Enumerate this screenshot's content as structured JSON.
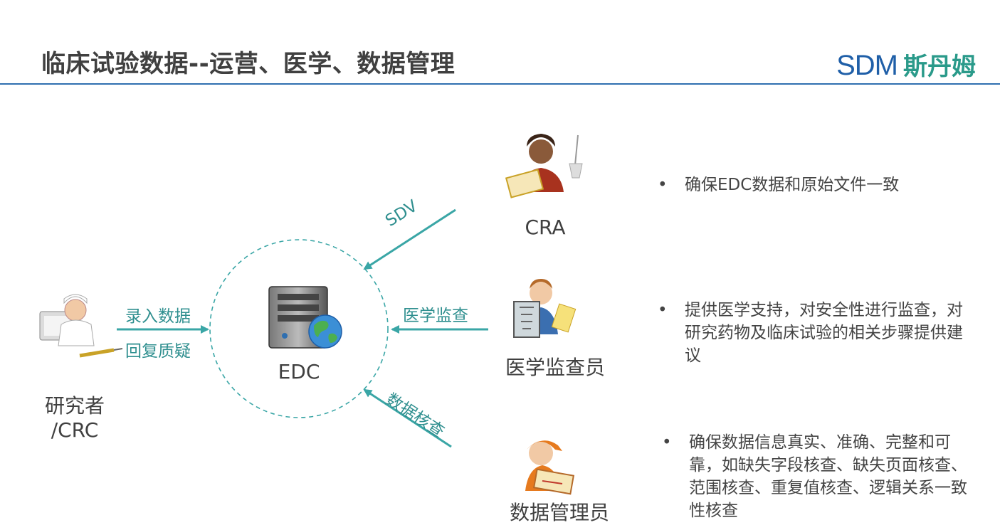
{
  "header": {
    "title": "临床试验数据--运营、医学、数据管理",
    "logo_latin": "SDM",
    "logo_cn": "斯丹姆"
  },
  "center": {
    "label": "EDC"
  },
  "roles": {
    "investigator": {
      "line1": "研究者",
      "line2": "/CRC"
    },
    "cra": "CRA",
    "medical_monitor": "医学监查员",
    "data_manager": "数据管理员"
  },
  "arrows": {
    "entry": "录入数据",
    "reply": "回复质疑",
    "sdv": "SDV",
    "medical_review": "医学监查",
    "data_check": "数据核查"
  },
  "bullets": [
    {
      "symbol": "•",
      "text": "确保EDC数据和原始文件一致"
    },
    {
      "symbol": "•",
      "text": "提供医学支持，对安全性进行监查，对研究药物及临床试验的相关步骤提供建议"
    },
    {
      "symbol": "•",
      "text": "确保数据信息真实、准确、完整和可靠，如缺失字段核查、缺失页面核查、范围核查、重复值核查、逻辑关系一致性核查"
    }
  ],
  "colors": {
    "accent": "#3aa6a6",
    "rule": "#2f6fb0",
    "logo_latin": "#1f5fa8",
    "logo_cn": "#2a9a8a"
  }
}
